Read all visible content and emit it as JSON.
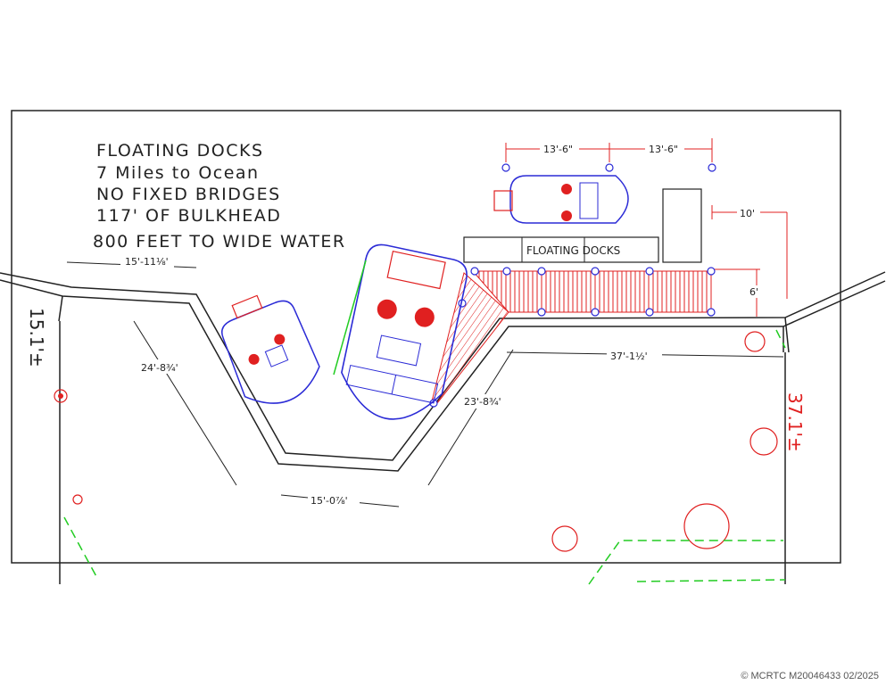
{
  "notes": {
    "line1": "FLOATING DOCKS",
    "line2": "7 Miles to Ocean",
    "line3": "NO FIXED BRIDGES",
    "line4": "117' OF BULKHEAD",
    "line5": "800 FEET TO WIDE WATER"
  },
  "dimensions": {
    "top_left": "15'-11⅛'",
    "left_diag": "24'-8¾'",
    "bottom": "15'-0⅞'",
    "right_diag": "23'-8¾'",
    "right_run": "37'-1½'",
    "dock_spacing_a": "13'-6\"",
    "dock_spacing_b": "13'-6\"",
    "dock_offset": "10'",
    "dock_width": "6'"
  },
  "property": {
    "left_line": "15.1'±",
    "right_line": "37.1'±"
  },
  "dock_label": "FLOATING DOCKS",
  "watermark": "© MCRTC M20046433 02/2025",
  "colors": {
    "outline": "#222222",
    "boat": "#2b2bd6",
    "dock_hatch": "#e02020",
    "dimension": "#e02020",
    "green": "#22cc22"
  }
}
